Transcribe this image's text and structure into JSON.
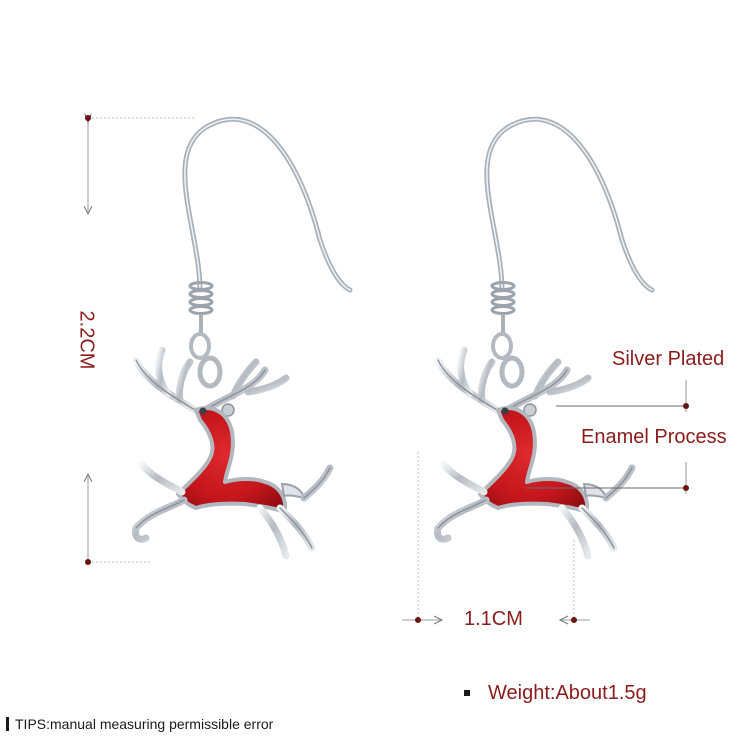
{
  "product": {
    "height_label": "2.2CM",
    "width_label": "1.1CM",
    "material_label": "Silver Plated",
    "process_label": "Enamel Process",
    "weight_label": "Weight:About1.5g",
    "tips_label": "TIPS:manual measuring permissible error"
  },
  "colors": {
    "enamel": "#c4161c",
    "silver": "#c8cdd2",
    "annotation": "#8a1c1c",
    "guide": "#b9b9b9"
  },
  "icons": {
    "left_earring": "reindeer-earring",
    "right_earring": "reindeer-earring"
  }
}
